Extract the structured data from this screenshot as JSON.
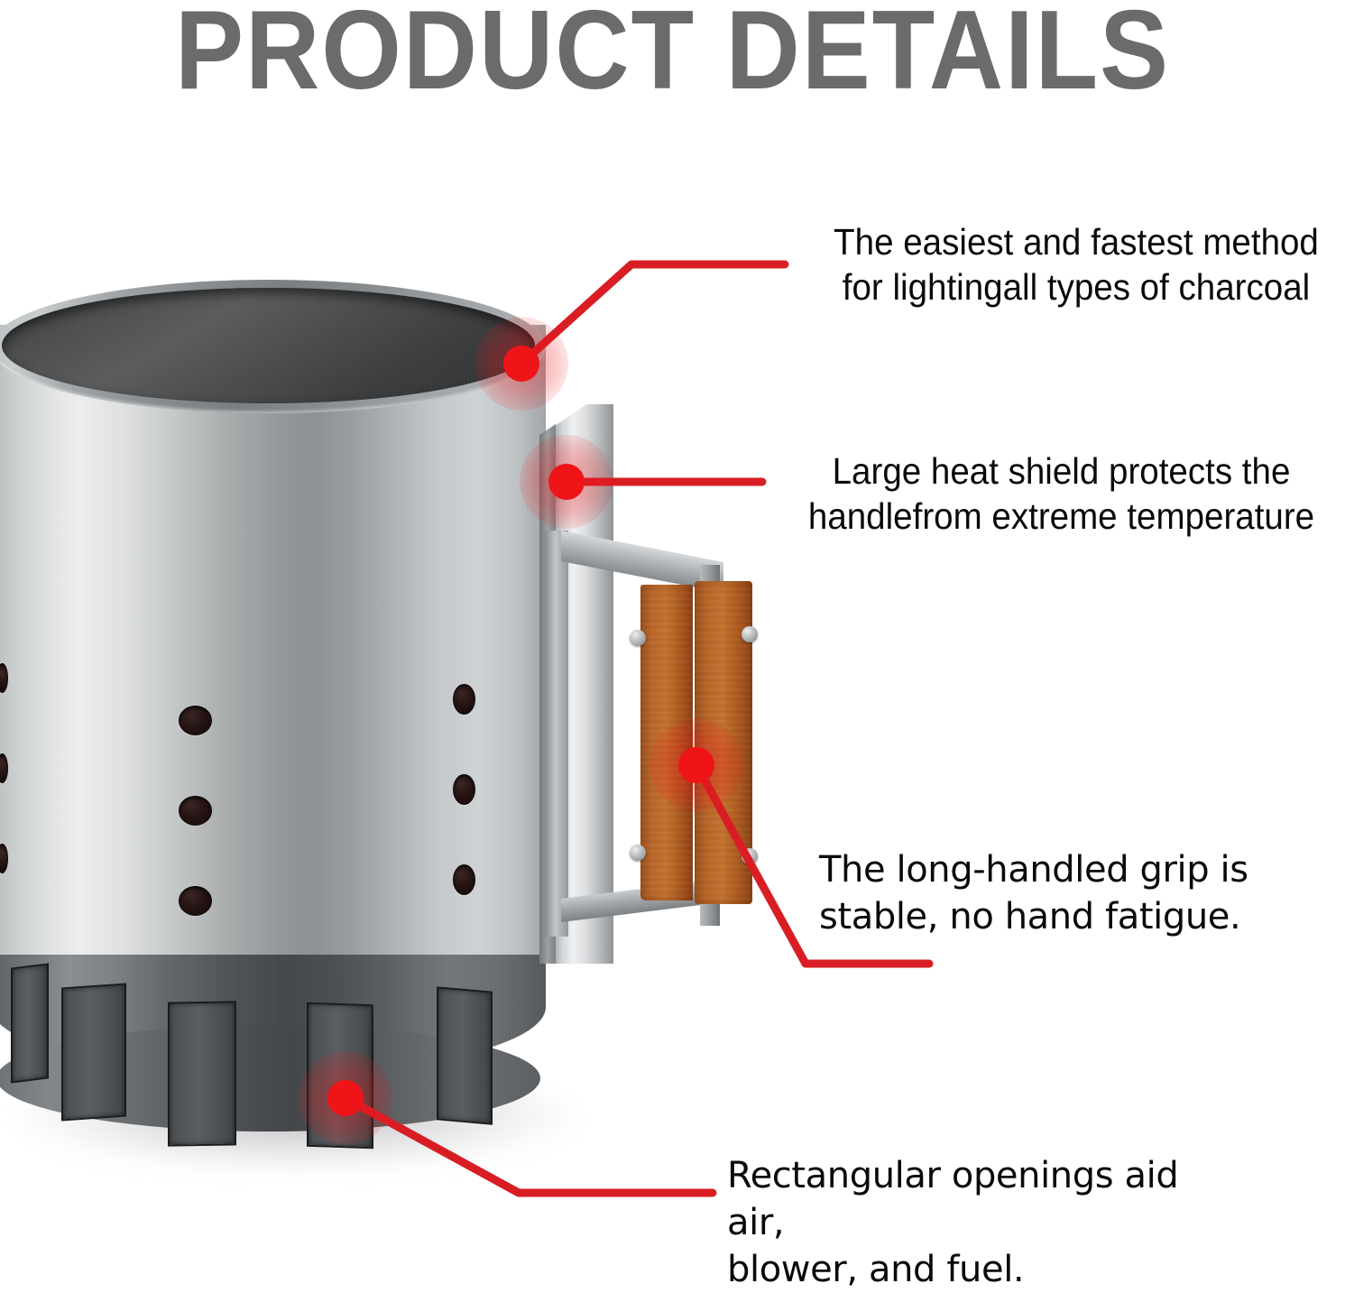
{
  "page": {
    "title": "PRODUCT DETAILS",
    "title_color": "#6b6b6b",
    "background": "#ffffff",
    "accent_color": "#ee1418"
  },
  "product": {
    "name": "charcoal-chimney-starter",
    "body_material_color": "#b9bcbd",
    "wood_handle_color": "#b9662a",
    "vent_color": "#4a4e51"
  },
  "callouts": [
    {
      "id": "callout-top-rim",
      "marker_label": "top-rim-marker",
      "line1": "The easiest and fastest method",
      "line2": "for lightingall types of charcoal"
    },
    {
      "id": "callout-heat-shield",
      "marker_label": "heat-shield-marker",
      "line1": "Large heat shield protects the",
      "line2": "handlefrom extreme temperature"
    },
    {
      "id": "callout-handle-grip",
      "marker_label": "handle-grip-marker",
      "line1": "The long-handled grip is",
      "line2": "stable, no hand fatigue."
    },
    {
      "id": "callout-rectangular-openings",
      "marker_label": "rectangular-opening-marker",
      "line1": "Rectangular openings aid air,",
      "line2": "blower, and fuel."
    }
  ]
}
